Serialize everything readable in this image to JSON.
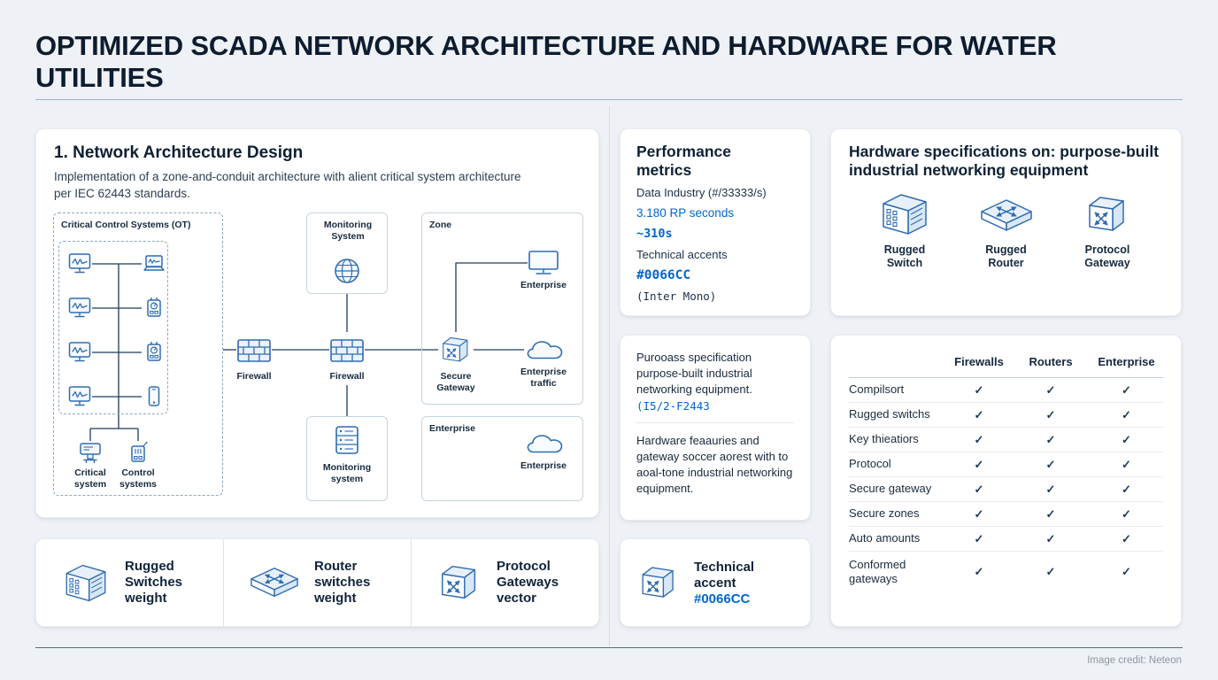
{
  "page": {
    "title": "OPTIMIZED SCADA NETWORK ARCHITECTURE AND HARDWARE FOR WATER UTILITIES",
    "credit": "Image credit: Neteon"
  },
  "colors": {
    "accent": "#0066CC",
    "icon_stroke": "#2f6cb0",
    "connector": "#1d3c5e"
  },
  "glyphs": {
    "check": "✓"
  },
  "architecture": {
    "heading": "1. Network Architecture Design",
    "description": "Implementation of a zone-and-conduit architecture with alient critical system architecture per IEC 62443 standards.",
    "diagram": {
      "ot_label": "Critical Control Systems (OT)",
      "critical_system": "Critical system",
      "control_systems": "Control systems",
      "firewall_left": "Firewall",
      "monitoring_top": "Monitoring System",
      "firewall_center": "Firewall",
      "monitoring_bottom": "Monitoring system",
      "zone": "Zone",
      "enterprise_monitor": "Enterprise",
      "secure_gateway": "Secure Gateway",
      "enterprise_traffic": "Enterprise traffic",
      "enterprise_box": "Enterprise",
      "enterprise_cloud": "Enterprise"
    },
    "legend": [
      {
        "label": "Rugged Switches weight"
      },
      {
        "label": "Router switches weight"
      },
      {
        "label": "Protocol Gateways vector"
      }
    ]
  },
  "performance": {
    "heading": "Performance metrics",
    "data_industry": "Data Industry (#/33333/s)",
    "rp_seconds": "3.180 RP seconds",
    "latency": "~310s",
    "accents_label": "Technical accents",
    "accent_hex": "#0066CC",
    "accent_font": "(Inter Mono)"
  },
  "spec_note": {
    "para1": "Purooass specification purpose-built industrial networking equipment.",
    "para1_code": "(I5/2-F2443",
    "para2": "Hardware feaauries and gateway soccer aorest with to aoal-tone industrial networking equipment."
  },
  "accent_card": {
    "label": "Technical accent",
    "hex": "#0066CC"
  },
  "hardware": {
    "heading": "Hardware specifications on: purpose-built industrial networking equipment",
    "items": [
      {
        "label": "Rugged Switch"
      },
      {
        "label": "Rugged Router"
      },
      {
        "label": "Protocol Gateway"
      }
    ]
  },
  "specs_table": {
    "columns": [
      "Firewalls",
      "Routers",
      "Enterprise"
    ],
    "rows": [
      "Compilsort",
      "Rugged switchs",
      "Key thieatiors",
      "Protocol",
      "Secure gateway",
      "Secure zones",
      "Auto amounts",
      "Conformed gateways"
    ]
  }
}
